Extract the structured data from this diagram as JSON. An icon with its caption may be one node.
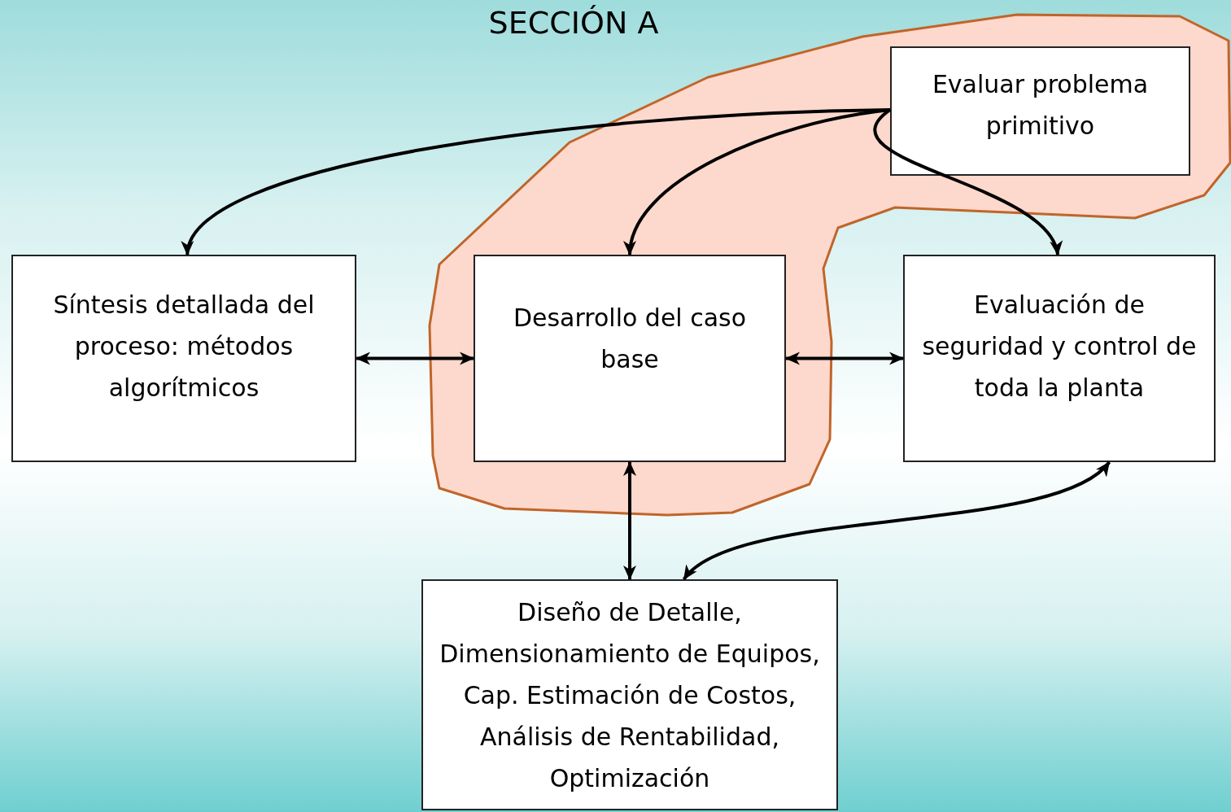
{
  "diagram": {
    "title": "SECCIÓN A",
    "nodes": [
      {
        "text": [],
        "shape": "cloud"
      },
      {
        "text": [
          "Evaluar problema primitivo"
        ],
        "in": 0
      },
      {
        "text": [
          "Síntesis detallada del proceso: métodos algorítmicos"
        ]
      },
      {
        "text": [
          "Desarrollo del caso base"
        ],
        "in": 0
      },
      {
        "text": [
          "Evaluación de seguridad y control de toda la planta"
        ]
      },
      {
        "text": [
          "Diseño de Detalle, Dimensionamiento de Equipos, Cap. Estimación de Costos, Análisis de Rentabilidad, Optimización"
        ]
      }
    ],
    "edges": [
      {
        "from": 1,
        "to": 2,
        "arrow": "to"
      },
      {
        "from": 1,
        "to": 3,
        "arrow": "to"
      },
      {
        "from": 1,
        "to": 4,
        "arrow": "to"
      },
      {
        "from": 2,
        "to": 3,
        "arrow": "both"
      },
      {
        "from": 3,
        "to": 4,
        "arrow": "both"
      },
      {
        "from": 3,
        "to": 5,
        "arrow": "both"
      },
      {
        "from": 4,
        "to": 5,
        "arrow": "both"
      }
    ]
  }
}
